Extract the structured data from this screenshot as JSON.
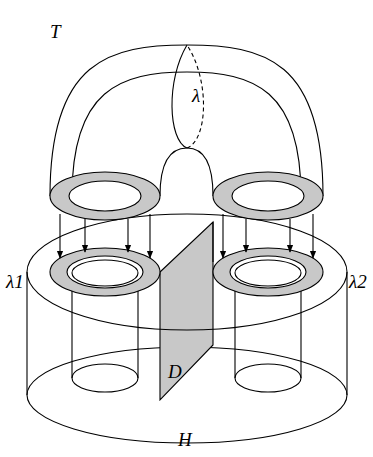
{
  "diagram": {
    "labels": [
      "T",
      "λ",
      "λ1",
      "λ2",
      "D",
      "H"
    ]
  }
}
